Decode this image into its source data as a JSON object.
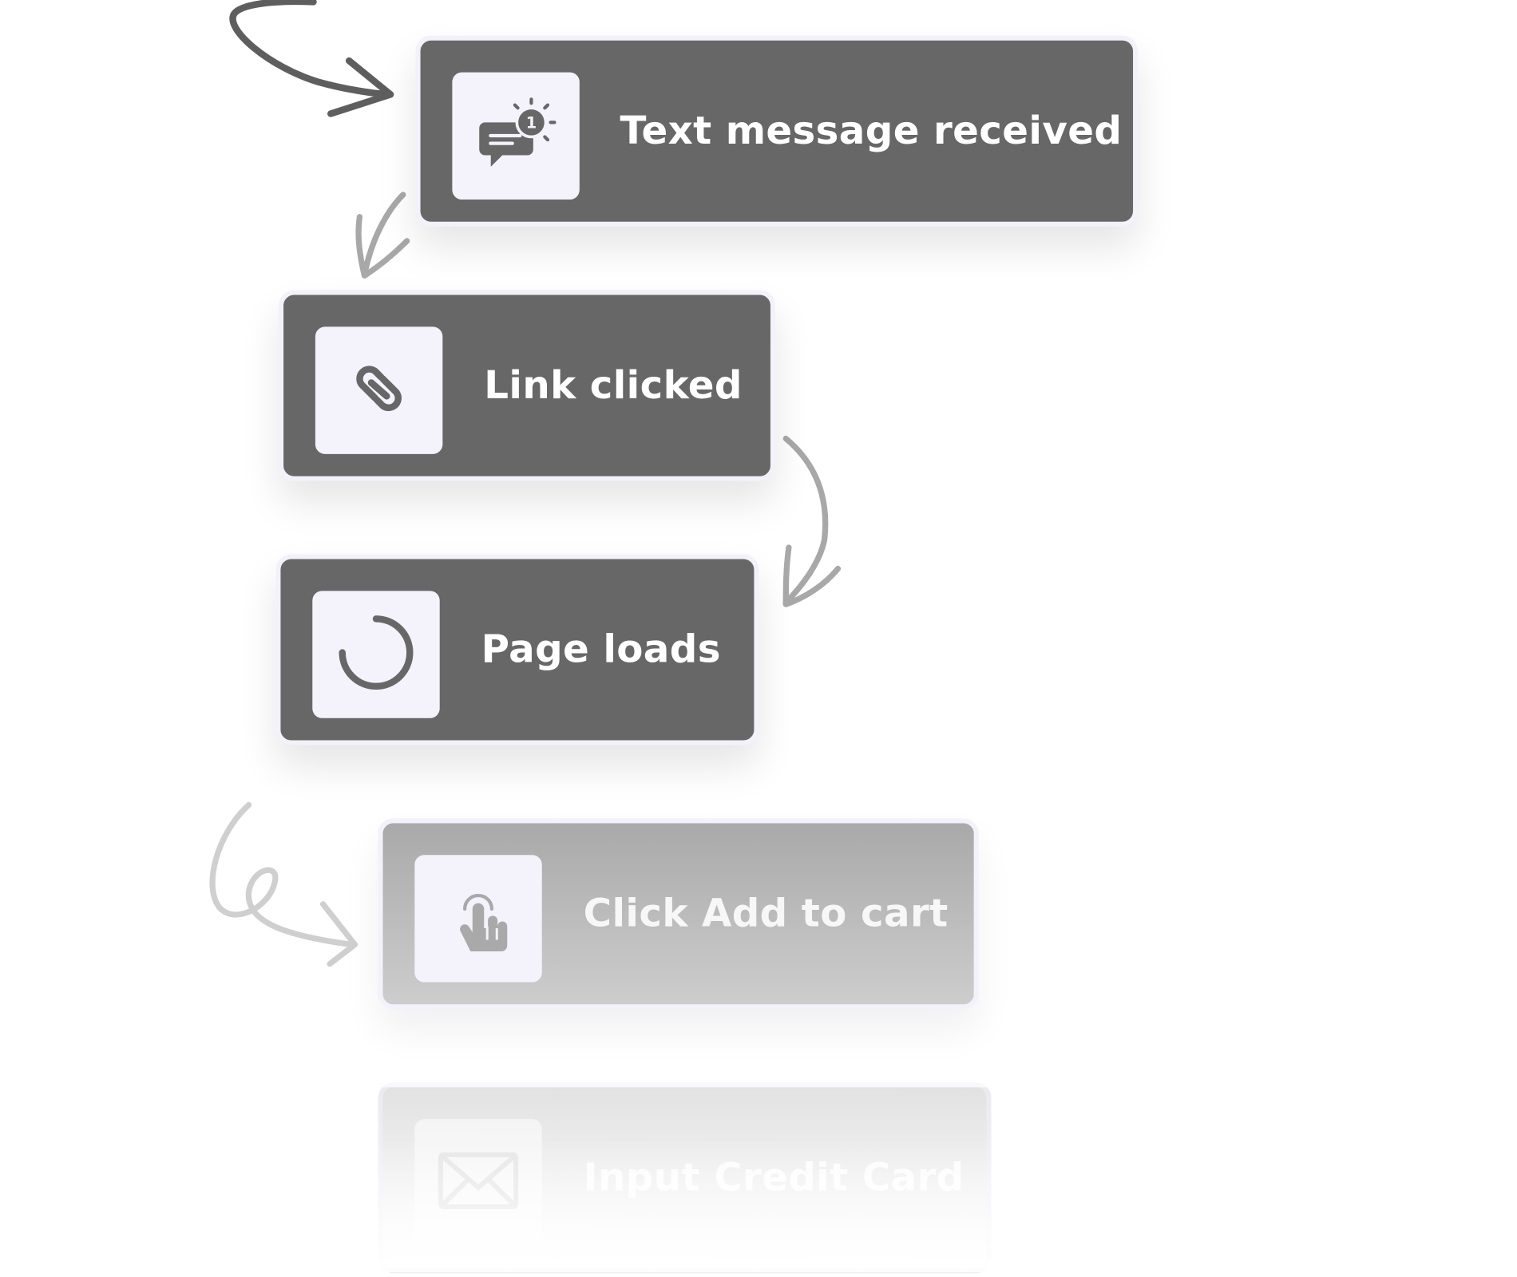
{
  "flow": {
    "steps": [
      {
        "label": "Text message received",
        "icon": "chat-notification-icon",
        "state": "active"
      },
      {
        "label": "Link clicked",
        "icon": "link-icon",
        "state": "active"
      },
      {
        "label": "Page loads",
        "icon": "loading-icon",
        "state": "active"
      },
      {
        "label": "Click Add to cart",
        "icon": "tap-hand-icon",
        "state": "faded"
      },
      {
        "label": "Input Credit Card",
        "icon": "envelope-icon",
        "state": "ghost"
      }
    ]
  },
  "colors": {
    "active_card": "#676767",
    "icon_tile": "#f4f3fb",
    "card_border": "#f3f1fa",
    "arrow_dark": "#5e5e5e",
    "arrow_mid": "#a8a8a8",
    "arrow_light": "#cfcfcf"
  }
}
